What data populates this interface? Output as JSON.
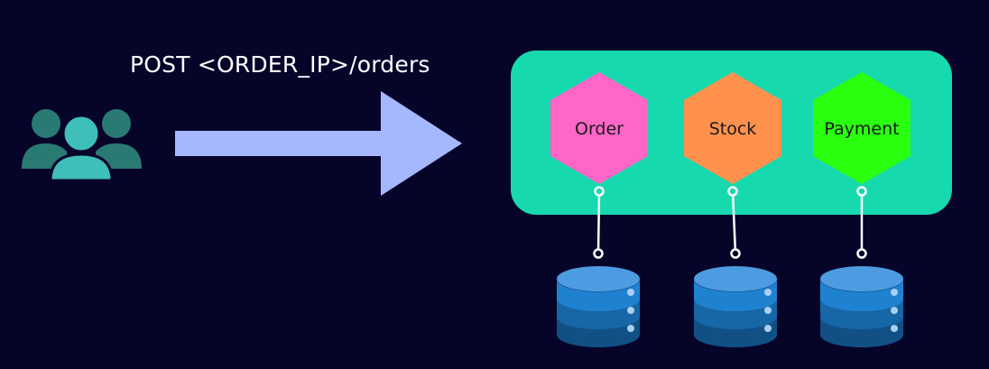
{
  "request": {
    "label": "POST <ORDER_IP>/orders"
  },
  "services": [
    {
      "name": "Order",
      "color": "#ff66c7"
    },
    {
      "name": "Stock",
      "color": "#ff914d"
    },
    {
      "name": "Payment",
      "color": "#29ff0e"
    }
  ],
  "colors": {
    "background": "#07042a",
    "cluster": "#17d9ae",
    "arrow": "#a5b8ff",
    "users_back": "#2a7a74",
    "users_front": "#3fbfb9",
    "connector": "#ffffff",
    "db_top": "#4d9be0",
    "db_band1": "#1f82d0",
    "db_band2": "#1766a6",
    "db_band3": "#115085",
    "db_dot": "#a9cff5"
  }
}
